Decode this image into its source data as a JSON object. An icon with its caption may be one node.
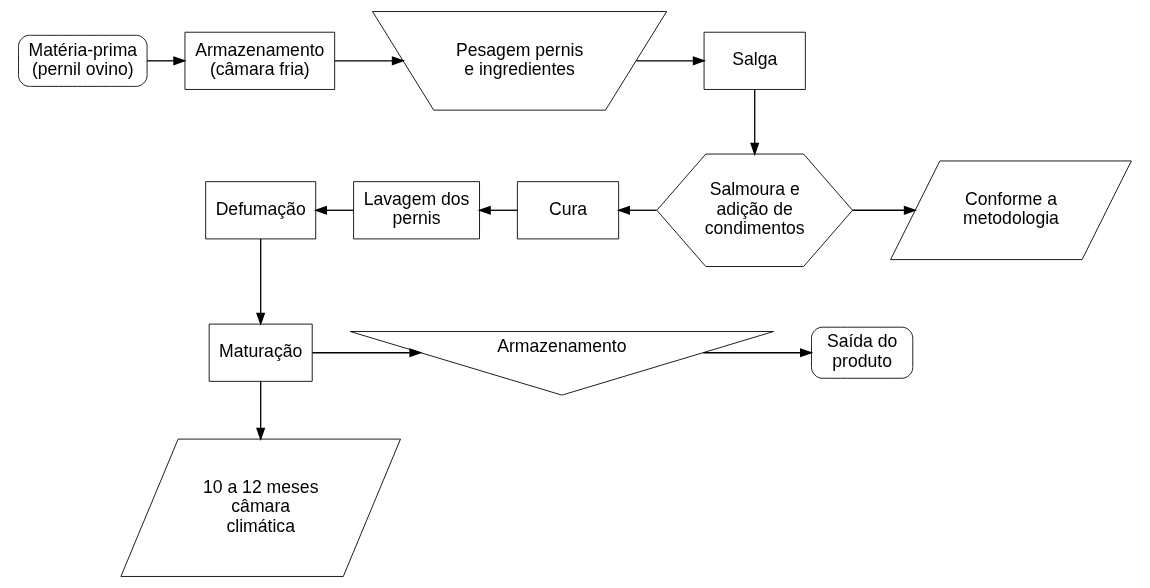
{
  "diagram": {
    "nodes": [
      {
        "text": [
          "Matéria-prima (pernil ovino)"
        ]
      },
      {
        "text": [
          "Armazenamento (câmara fria)"
        ]
      },
      {
        "text": [
          "Pesagem pernis e ingredientes"
        ]
      },
      {
        "text": [
          "Salga"
        ]
      },
      {
        "text": [
          "Salmoura e adição de condimentos"
        ]
      },
      {
        "text": [
          "Conforme a metodologia"
        ]
      },
      {
        "text": [
          "Cura"
        ]
      },
      {
        "text": [
          "Lavagem dos pernis"
        ]
      },
      {
        "text": [
          "Defumação"
        ]
      },
      {
        "text": [
          "Maturação"
        ]
      },
      {
        "text": [
          "Armazenamento"
        ]
      },
      {
        "text": [
          "Saída do produto"
        ]
      },
      {
        "text": [
          "10 a 12 meses câmara climática"
        ]
      }
    ],
    "edges": [
      {
        "from": 0,
        "to": 1,
        "arrow": "to"
      },
      {
        "from": 1,
        "to": 2,
        "arrow": "to"
      },
      {
        "from": 2,
        "to": 3,
        "arrow": "to"
      },
      {
        "from": 3,
        "to": 4,
        "arrow": "to"
      },
      {
        "from": 4,
        "to": 5,
        "arrow": "to"
      },
      {
        "from": 4,
        "to": 6,
        "arrow": "to"
      },
      {
        "from": 6,
        "to": 7,
        "arrow": "to"
      },
      {
        "from": 7,
        "to": 8,
        "arrow": "to"
      },
      {
        "from": 8,
        "to": 9,
        "arrow": "to"
      },
      {
        "from": 9,
        "to": 10,
        "arrow": "to"
      },
      {
        "from": 10,
        "to": 11,
        "arrow": "to"
      },
      {
        "from": 9,
        "to": 12,
        "arrow": "to"
      }
    ]
  }
}
